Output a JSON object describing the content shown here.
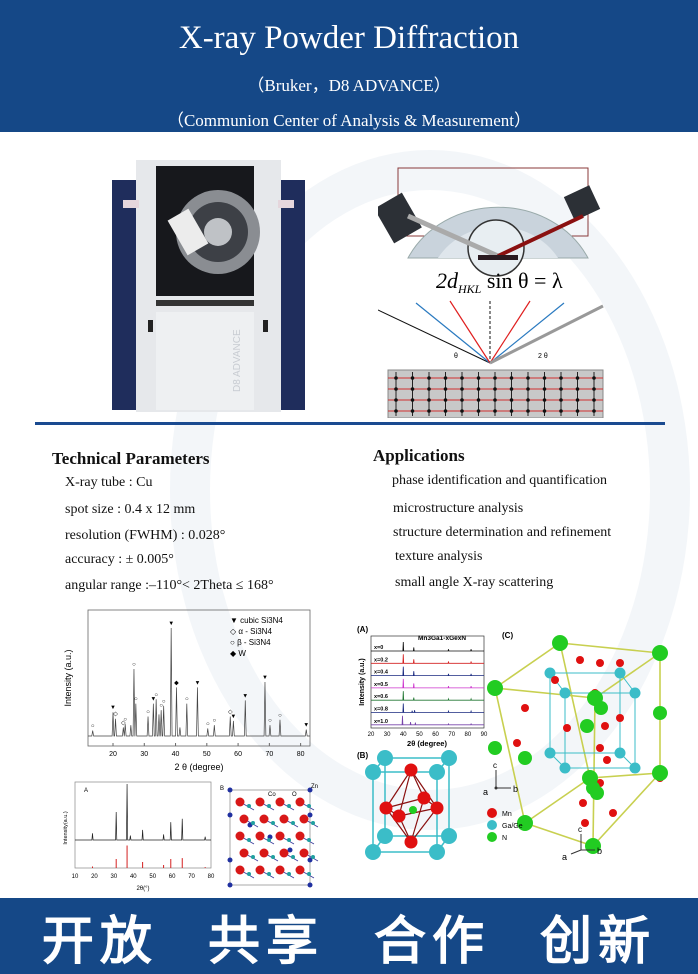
{
  "header": {
    "title": "X-ray Powder Diffraction",
    "subtitle": "（Bruker，D8 ADVANCE）",
    "organization": "（Communion Center of Analysis & Measurement）"
  },
  "instrument_image": {
    "label": "D8 ADVANCE"
  },
  "bragg_diagram": {
    "equation": "2d",
    "equation_sub": "HKL",
    "equation_rest": " sin θ = λ",
    "theta_label": "θ",
    "two_theta_label": "2 θ"
  },
  "technical": {
    "heading": "Technical Parameters",
    "items": [
      "X-ray tube : Cu",
      "spot size : 0.4 x 12 mm",
      "resolution (FWHM) : 0.028°",
      "accuracy : ± 0.005°",
      "angular range :–110°< 2Theta ≤ 168°"
    ]
  },
  "applications": {
    "heading": "Applications",
    "items": [
      "phase identification and quantification",
      "microstructure analysis",
      "structure determination and refinement",
      "texture analysis",
      "small angle X-ray scattering"
    ]
  },
  "colors": {
    "brand": "#154887",
    "peak_red": "#d42020",
    "mn": "#e01010",
    "gage": "#3bbdc8",
    "n": "#22cc22"
  },
  "chart_data": [
    {
      "type": "line",
      "title": "",
      "xlabel": "2 θ (degree)",
      "ylabel": "Intensity (a.u.)",
      "xlim": [
        12,
        83
      ],
      "ylim": [
        0,
        105
      ],
      "xticks": [
        "20",
        "30",
        "40",
        "50",
        "60",
        "70",
        "80"
      ],
      "legend": {
        "placement": "top-right",
        "entries": [
          "cubic Si3N4",
          "α - Si3N4",
          "β - Si3N4",
          "W"
        ]
      },
      "peaks": [
        {
          "x": 13.5,
          "y": 5,
          "marker": "β"
        },
        {
          "x": 20.0,
          "y": 22,
          "marker": "cubic"
        },
        {
          "x": 20.8,
          "y": 16,
          "marker": "α"
        },
        {
          "x": 23.3,
          "y": 8,
          "marker": "α"
        },
        {
          "x": 23.9,
          "y": 11,
          "marker": "β"
        },
        {
          "x": 25.7,
          "y": 10,
          "marker": ""
        },
        {
          "x": 26.7,
          "y": 62,
          "marker": "β"
        },
        {
          "x": 27.3,
          "y": 30,
          "marker": "β"
        },
        {
          "x": 31.2,
          "y": 18,
          "marker": "β"
        },
        {
          "x": 32.9,
          "y": 30,
          "marker": "cubic"
        },
        {
          "x": 33.8,
          "y": 34,
          "marker": "β"
        },
        {
          "x": 34.7,
          "y": 20,
          "marker": ""
        },
        {
          "x": 35.4,
          "y": 24,
          "marker": "β"
        },
        {
          "x": 36.2,
          "y": 28,
          "marker": "β"
        },
        {
          "x": 38.6,
          "y": 100,
          "marker": "cubic"
        },
        {
          "x": 40.3,
          "y": 45,
          "marker": "W"
        },
        {
          "x": 41.4,
          "y": 8,
          "marker": ""
        },
        {
          "x": 43.6,
          "y": 30,
          "marker": "β"
        },
        {
          "x": 47.0,
          "y": 45,
          "marker": "cubic"
        },
        {
          "x": 50.3,
          "y": 7,
          "marker": "β"
        },
        {
          "x": 52.4,
          "y": 10,
          "marker": "β"
        },
        {
          "x": 57.5,
          "y": 18,
          "marker": "α"
        },
        {
          "x": 58.5,
          "y": 14,
          "marker": "cubic"
        },
        {
          "x": 62.3,
          "y": 33,
          "marker": "cubic"
        },
        {
          "x": 68.6,
          "y": 50,
          "marker": "cubic"
        },
        {
          "x": 70.2,
          "y": 10,
          "marker": "β"
        },
        {
          "x": 73.4,
          "y": 15,
          "marker": "β"
        },
        {
          "x": 81.8,
          "y": 6,
          "marker": "cubic"
        }
      ]
    },
    {
      "type": "line",
      "panel": "A",
      "xlabel": "2θ(°)",
      "ylabel": "Intensity(a.u.)",
      "xlim": [
        10,
        80
      ],
      "xticks": [
        "10",
        "20",
        "30",
        "40",
        "50",
        "60",
        "70",
        "80"
      ],
      "peaks": [
        {
          "x": 19.0,
          "y": 12
        },
        {
          "x": 31.2,
          "y": 50
        },
        {
          "x": 36.8,
          "y": 100
        },
        {
          "x": 38.5,
          "y": 8
        },
        {
          "x": 44.8,
          "y": 18
        },
        {
          "x": 55.6,
          "y": 10
        },
        {
          "x": 59.3,
          "y": 32
        },
        {
          "x": 65.2,
          "y": 38
        },
        {
          "x": 77.0,
          "y": 6
        }
      ],
      "reference_sticks": [
        {
          "x": 19.0,
          "y": 5
        },
        {
          "x": 31.2,
          "y": 30
        },
        {
          "x": 36.8,
          "y": 75
        },
        {
          "x": 44.8,
          "y": 20
        },
        {
          "x": 55.6,
          "y": 10
        },
        {
          "x": 59.3,
          "y": 30
        },
        {
          "x": 65.2,
          "y": 33
        },
        {
          "x": 77.0,
          "y": 3
        }
      ]
    },
    {
      "type": "line",
      "panel": "(A)",
      "title": "Mn3Ga1-xGexN",
      "xlabel": "2θ (degree)",
      "ylabel": "Intensity (a.u.)",
      "xlim": [
        20,
        90
      ],
      "xticks": [
        "20",
        "30",
        "40",
        "50",
        "60",
        "70",
        "80",
        "90"
      ],
      "series": [
        {
          "name": "x=0",
          "color": "#111111",
          "peaks": [
            [
              40,
              100
            ],
            [
              46.5,
              40
            ],
            [
              68,
              20
            ],
            [
              82,
              20
            ]
          ]
        },
        {
          "name": "x=0.2",
          "color": "#d42020",
          "peaks": [
            [
              40,
              100
            ],
            [
              46.5,
              45
            ],
            [
              68,
              20
            ],
            [
              82,
              20
            ]
          ]
        },
        {
          "name": "x=0.4",
          "color": "#1a2a80",
          "peaks": [
            [
              40,
              100
            ],
            [
              46.5,
              50
            ],
            [
              68,
              20
            ],
            [
              82,
              20
            ]
          ]
        },
        {
          "name": "x=0.5",
          "color": "#cc33cc",
          "peaks": [
            [
              40,
              100
            ],
            [
              46.5,
              50
            ],
            [
              68,
              20
            ],
            [
              82,
              20
            ]
          ]
        },
        {
          "name": "x=0.6",
          "color": "#227733",
          "peaks": [
            [
              40,
              100
            ],
            [
              46.5,
              30
            ],
            [
              68,
              15
            ],
            [
              82,
              15
            ]
          ]
        },
        {
          "name": "x=0.8",
          "color": "#1a2a80",
          "peaks": [
            [
              40,
              100
            ],
            [
              45.5,
              20
            ],
            [
              47,
              25
            ],
            [
              68,
              15
            ],
            [
              82,
              15
            ]
          ]
        },
        {
          "name": "x=1.0",
          "color": "#7744aa",
          "peaks": [
            [
              39.5,
              100
            ],
            [
              44.5,
              30
            ],
            [
              47.5,
              25
            ],
            [
              68,
              10
            ],
            [
              82,
              10
            ]
          ]
        }
      ]
    }
  ],
  "crystal_b": {
    "label": "B",
    "atoms": [
      "Zn",
      "Co",
      "O"
    ]
  },
  "crystal_figs": {
    "panel_b": "(B)",
    "panel_c": "(C)",
    "legend": [
      "Mn",
      "Ga/Ge",
      "N"
    ],
    "axes": {
      "a": "a",
      "b": "b",
      "c": "c"
    }
  },
  "footer": {
    "slogan": "开放 共享 合作 创新"
  }
}
